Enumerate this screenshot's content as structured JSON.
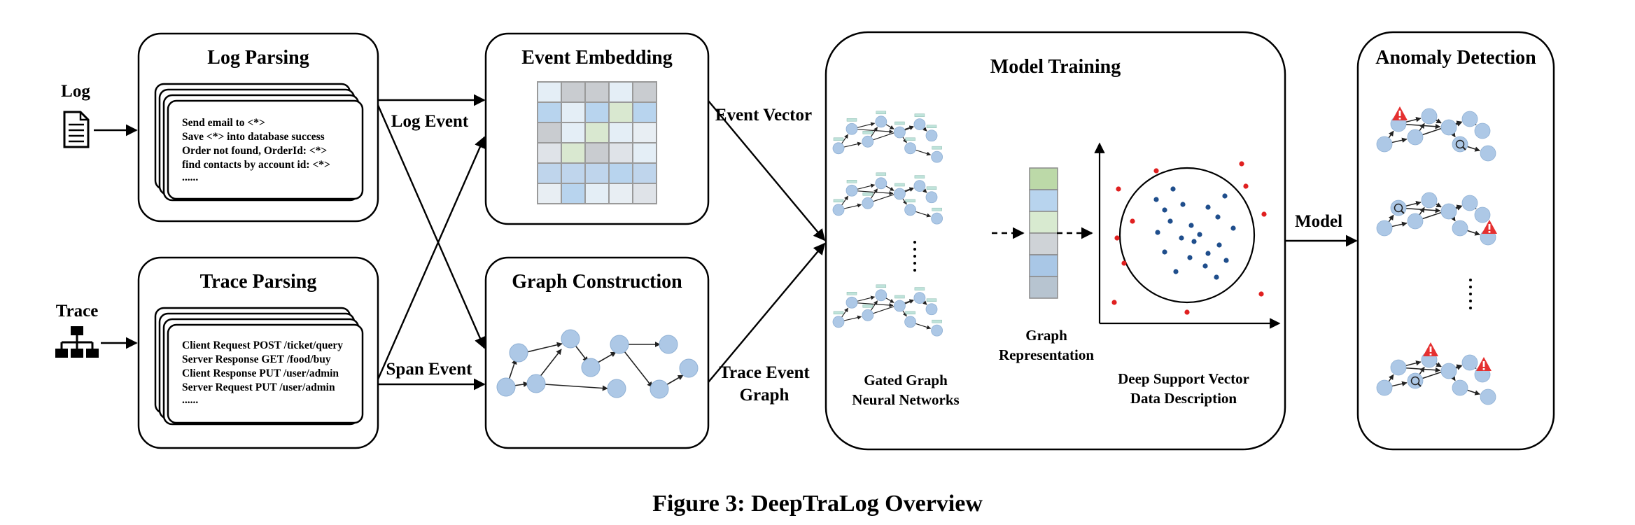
{
  "inputs": {
    "log": "Log",
    "trace": "Trace"
  },
  "log_parsing": {
    "title": "Log Parsing",
    "lines": [
      "Send email to <*>",
      "Save <*> into database success",
      "Order not found, OrderId: <*>",
      "find contacts by account id: <*>",
      "......"
    ]
  },
  "trace_parsing": {
    "title": "Trace Parsing",
    "lines": [
      "Client Request POST /ticket/query",
      "Server Response GET /food/buy",
      "Client Response PUT /user/admin",
      "Server Request PUT /user/admin",
      "......"
    ]
  },
  "labels": {
    "log_event": "Log Event",
    "span_event": "Span Event",
    "event_vector": "Event Vector",
    "trace_event_graph_1": "Trace Event",
    "trace_event_graph_2": "Graph",
    "model": "Model"
  },
  "event_embedding": {
    "title": "Event Embedding"
  },
  "graph_construction": {
    "title": "Graph Construction"
  },
  "model_training": {
    "title": "Model Training",
    "ggnn_1": "Gated Graph",
    "ggnn_2": "Neural Networks",
    "graph_rep_1": "Graph",
    "graph_rep_2": "Representation",
    "dsvdd_1": "Deep Support Vector",
    "dsvdd_2": "Data Description"
  },
  "anomaly_detection": {
    "title": "Anomaly Detection"
  },
  "caption": "Figure 3: DeepTraLog Overview",
  "colors": {
    "node": "#adc8e6",
    "inlier": "#1f4e8c",
    "outlier": "#e02020",
    "warning": "#e53030",
    "vec_green": "#bcd9a8",
    "vec_blue": "#b8d4ee",
    "vec_grey": "#c9ccd0"
  }
}
